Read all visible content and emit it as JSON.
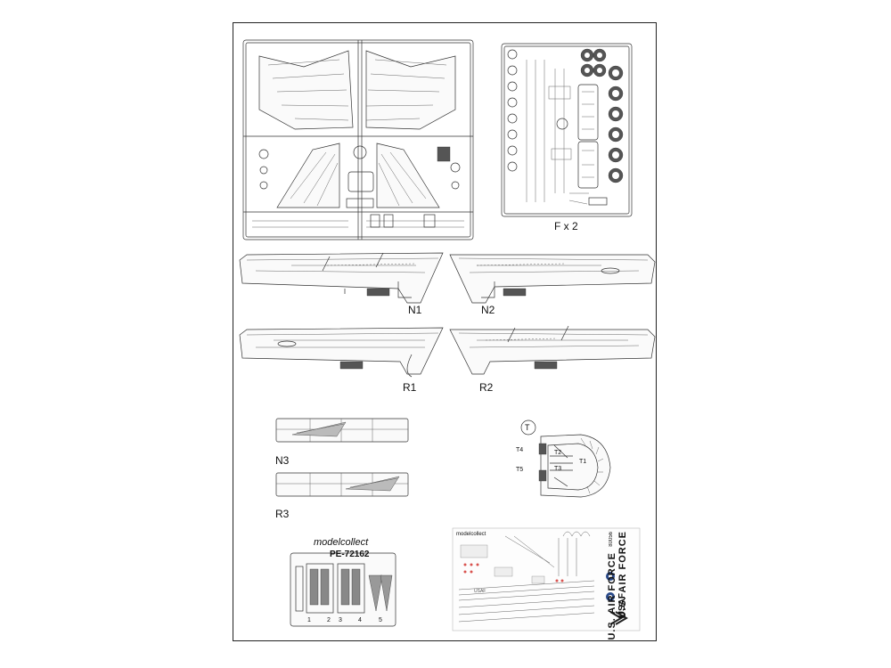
{
  "sprue_label": "F x 2",
  "wing_labels": {
    "n1": "N1",
    "n2": "N2",
    "r1": "R1",
    "r2": "R2",
    "n3": "N3",
    "r3": "R3"
  },
  "cockpit_labels": {
    "circle": "T",
    "t1": "T1",
    "t2": "T2",
    "t3": "T3",
    "t4": "T4",
    "t5": "T5"
  },
  "photoetch": {
    "brand": "modelcollect",
    "code": "PE-72162",
    "part_numbers": [
      "1",
      "2",
      "3",
      "4",
      "5"
    ]
  },
  "decals": {
    "brand": "modelcollect",
    "serial": "80056",
    "roundel_text": "USAF",
    "side_text_1": "U.S. AIR FORCE",
    "side_text_2": "U.S. AIR FORCE",
    "side_text_3": "USAF"
  }
}
